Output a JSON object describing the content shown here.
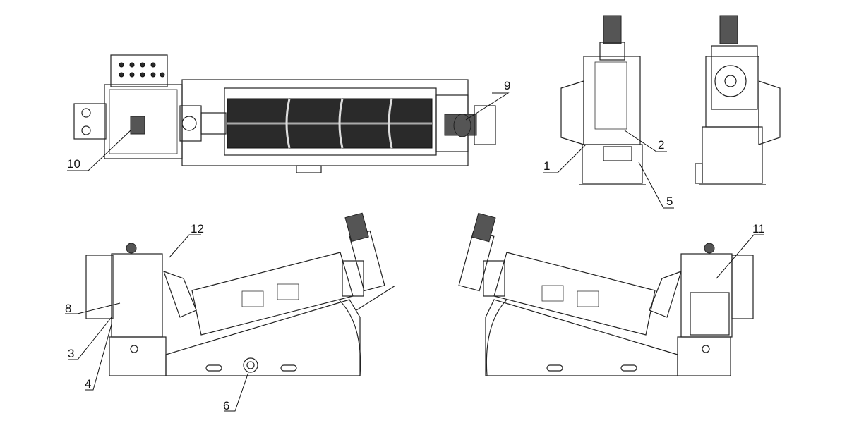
{
  "title": "Screw sludge dewatering machine – general arrangement drawing",
  "views": [
    "top-view",
    "front-end-view",
    "rear-end-view",
    "left-side-view",
    "right-side-view"
  ],
  "callouts": {
    "c1": "1",
    "c2": "2",
    "c3": "3",
    "c4": "4",
    "c5": "5",
    "c6": "6",
    "c8": "8",
    "c9": "9",
    "c10": "10",
    "c11": "11",
    "c12": "12"
  },
  "colors": {
    "line": "#222222",
    "background": "#ffffff",
    "drum": "#2a2a2a"
  }
}
